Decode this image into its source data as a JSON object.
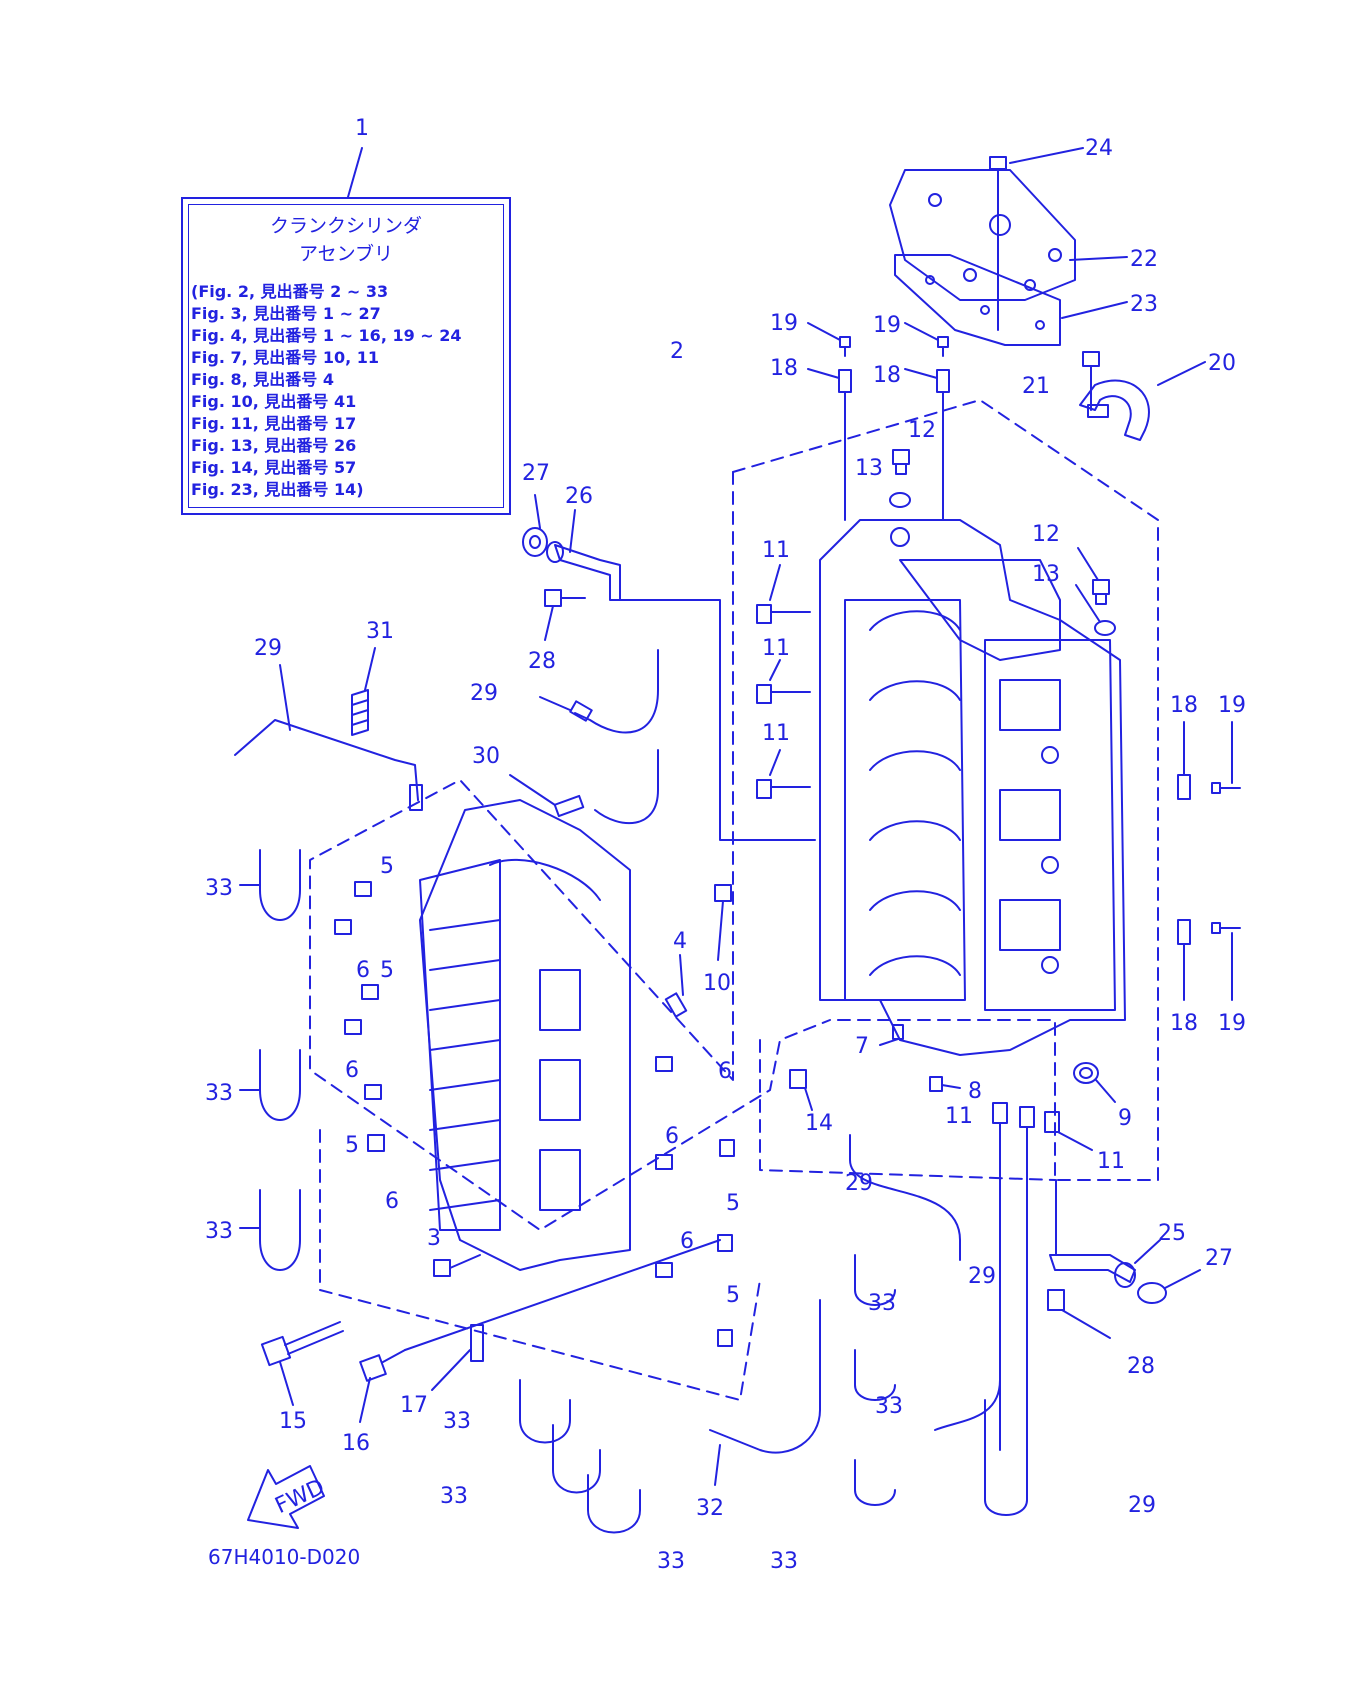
{
  "diagram": {
    "drawing_code": "67H4010-D020",
    "colors": {
      "line": "#2222e0",
      "background": "#ffffff"
    },
    "assembly_note": {
      "title_line1": "クランクシリンダ",
      "title_line2": "アセンブリ",
      "lines": [
        "(Fig. 2, 見出番号 2 ~ 33",
        " Fig. 3, 見出番号 1 ~ 27",
        " Fig. 4, 見出番号 1 ~ 16, 19 ~ 24",
        " Fig. 7, 見出番号 10, 11",
        " Fig. 8, 見出番号 4",
        " Fig. 10, 見出番号 41",
        " Fig. 11, 見出番号 17",
        " Fig. 13, 見出番号 26",
        " Fig. 14, 見出番号 57",
        " Fig. 23, 見出番号 14)"
      ]
    },
    "fwd_label": "FWD",
    "callouts": [
      "1",
      "24",
      "22",
      "23",
      "19",
      "19",
      "2",
      "18",
      "18",
      "21",
      "20",
      "12",
      "13",
      "27",
      "26",
      "11",
      "12",
      "13",
      "28",
      "31",
      "29",
      "11",
      "18",
      "19",
      "29",
      "11",
      "30",
      "5",
      "33",
      "6",
      "5",
      "4",
      "10",
      "7",
      "8",
      "18",
      "19",
      "6",
      "14",
      "9",
      "6",
      "11",
      "11",
      "5",
      "6",
      "29",
      "33",
      "5",
      "6",
      "25",
      "27",
      "3",
      "6",
      "33",
      "29",
      "5",
      "28",
      "15",
      "16",
      "17",
      "33",
      "33",
      "33",
      "32",
      "33",
      "29",
      "33",
      "33"
    ]
  }
}
